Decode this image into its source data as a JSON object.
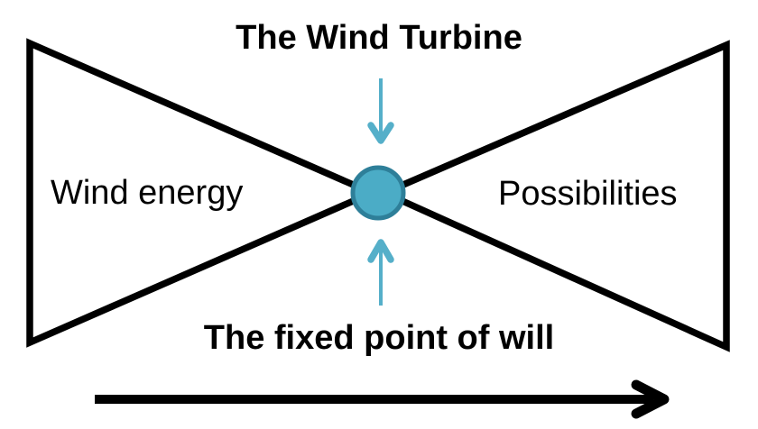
{
  "diagram": {
    "title": "The Wind Turbine",
    "left_triangle_label": "Wind energy",
    "right_triangle_label": "Possibilities",
    "center_caption": "The fixed point of will"
  },
  "icons": {
    "down_arrow": "↓",
    "up_arrow": "↑",
    "flow_arrow": "→"
  },
  "colors": {
    "background": "#FFFFFF",
    "shape_line": "#000000",
    "text": "#000000",
    "node_fill": "#4BACC6",
    "node_border": "#2E7F99",
    "small_arrow": "#55AFC9"
  }
}
